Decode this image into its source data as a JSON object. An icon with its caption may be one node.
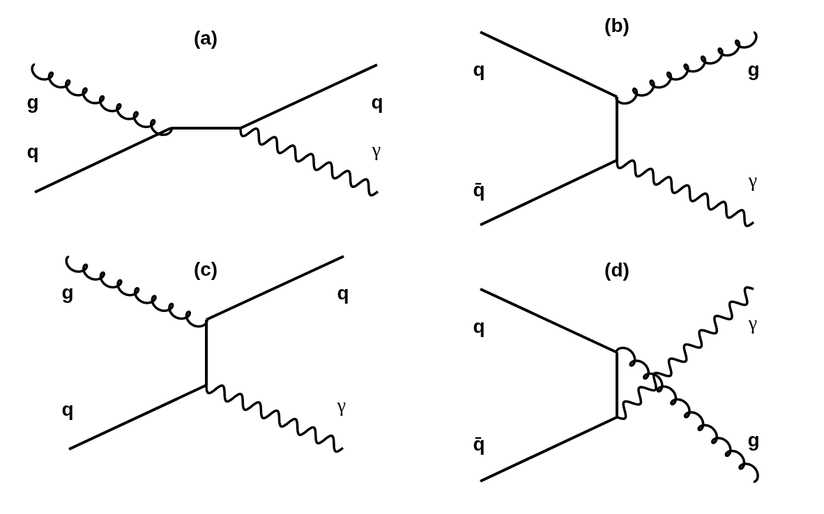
{
  "diagram": {
    "labels": [
      "(a)",
      "g",
      "q",
      "q",
      "γ",
      "(b)",
      "q",
      "g",
      "q̄",
      "γ",
      "(c)",
      "g",
      "q",
      "q",
      "γ",
      "(d)",
      "q",
      "γ",
      "q̄",
      "g"
    ]
  }
}
